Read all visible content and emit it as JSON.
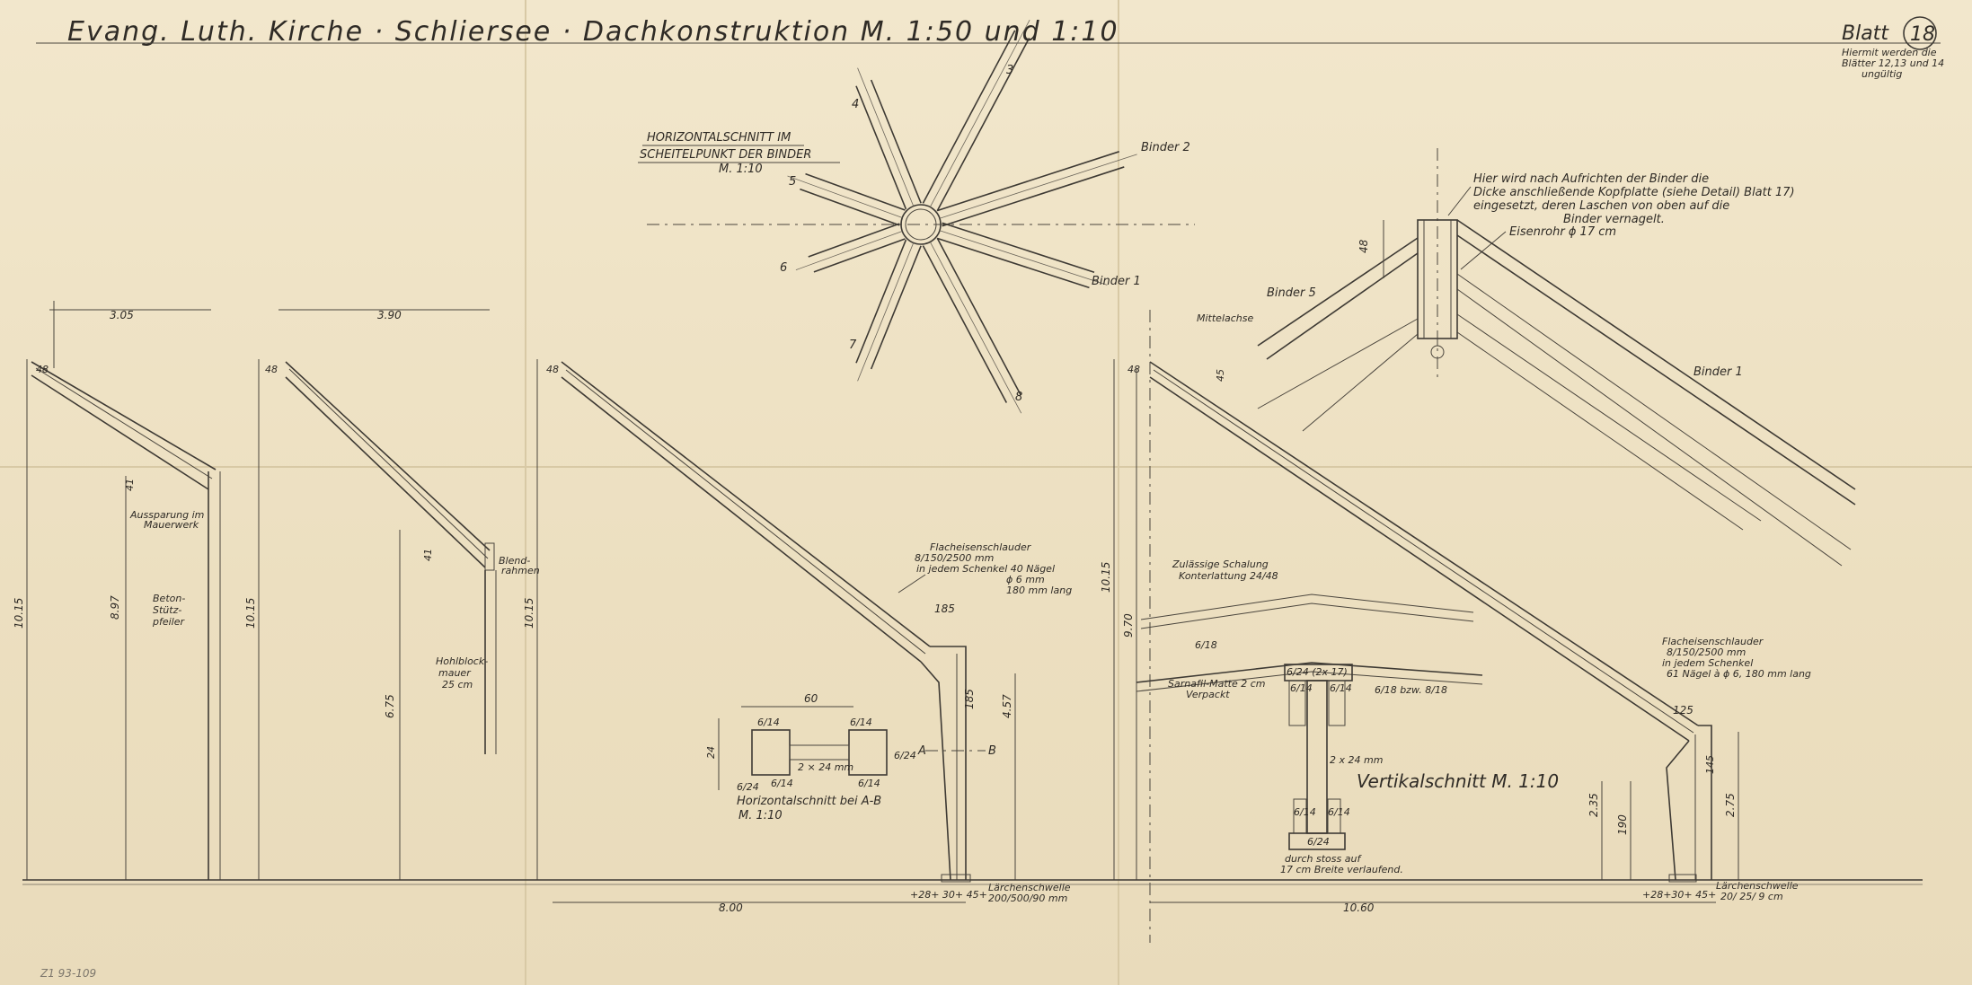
{
  "title": "Evang. Luth. Kirche · Schliersee · Dachkonstruktion M. 1:50 und 1:10",
  "sheet": {
    "label": "Blatt",
    "number": "18",
    "note_lines": [
      "Hiermit werden die",
      "Blätter 12,13 und 14",
      "ungültig"
    ]
  },
  "horizontal_section": {
    "title_lines": [
      "HORIZONTALSCHNITT IM",
      "SCHEITELPUNKT DER BINDER"
    ],
    "scale": "M. 1:10",
    "binder_numbers": [
      "3",
      "4",
      "5",
      "6",
      "7",
      "8"
    ],
    "binder_2": "Binder 2",
    "binder_1": "Binder 1"
  },
  "apex_detail": {
    "note_lines": [
      "Hier wird nach Aufrichten der Binder die",
      "Dicke anschließende Kopfplatte (siehe Detail) Blatt 17)",
      "eingesetzt, deren Laschen von oben auf die",
      "Binder vernagelt."
    ],
    "pipe": "Eisenrohr ϕ 17 cm",
    "binder_5": "Binder 5",
    "binder_1": "Binder 1",
    "dim_48": "48"
  },
  "frame1": {
    "dim_top": "3.05",
    "dim_h1": "10.15",
    "dim_h2": "8.97",
    "dim_small": "48",
    "dim_41": "41",
    "note_lines": [
      "Aussparung im",
      "Mauerwerk"
    ],
    "pillar_lines": [
      "Beton-",
      "Stütz-",
      "pfeiler"
    ]
  },
  "frame2": {
    "dim_top": "3.90",
    "dim_h1": "10.15",
    "dim_h2": "6.75",
    "dim_small": "48",
    "dim_41": "41",
    "wall_lines": [
      "Hohlblock-",
      "mauer",
      "25 cm"
    ],
    "wood_lines": [
      "Blend-",
      "rahmen"
    ]
  },
  "frame3": {
    "dim_h": "10.15",
    "dim_small": "48",
    "dim_185": "185",
    "dim_185b": "185",
    "dim_457": "4.57",
    "note_lines": [
      "Flacheisenschlauder",
      "8/150/2500 mm",
      "in jedem Schenkel 40 Nägel",
      "ϕ 6 mm",
      "180 mm lang"
    ],
    "label_A": "A",
    "label_B": "B",
    "dim_bottom": "8.00",
    "base_dims": "+28+ 30+ 45+",
    "base_note_lines": [
      "Lärchenschwelle",
      "200/500/90 mm"
    ]
  },
  "section_AB": {
    "dim_60": "60",
    "labels": [
      "6/14",
      "6/14",
      "6/14",
      "6/14",
      "6/24",
      "6/24"
    ],
    "mid": "2 × 24 mm",
    "dim_left": "24",
    "title": "Horizontalschnitt bei A-B",
    "scale": "M. 1:10"
  },
  "frame4": {
    "axis": "Mittelachse",
    "dim_h": "10.15",
    "dim_h2": "9.70",
    "dim_small": "48",
    "dim_45": "45",
    "dim_125": "125",
    "dim_145": "145",
    "dim_235": "2.35",
    "dim_190": "190",
    "dim_275": "2.75",
    "note_lines": [
      "Flacheisenschlauder",
      "8/150/2500 mm",
      "in jedem Schenkel",
      "61 Nägel à ϕ 6, 180 mm lang"
    ],
    "dim_bottom": "10.60",
    "base_dims": "+28+30+ 45+",
    "base_note_lines": [
      "Lärchenschwelle",
      "20/ 25/ 9 cm"
    ]
  },
  "vertical_section": {
    "lath_lines": [
      "Zulässige Schalung",
      "Konterlattung 24/48"
    ],
    "tag_6_18": "6/18",
    "roof_lines": [
      "Sarnafil-Matte 2 cm",
      "Verpackt"
    ],
    "top": "6/24 (2x 17)",
    "rafter": "6/18 bzw. 8/18",
    "mid": "2 x 24 mm",
    "bolt_left": "6/14",
    "bolt_right": "6/14",
    "bottom": "6/24",
    "bot_small_l": "6/14",
    "bot_small_r": "6/14",
    "foot_lines": [
      "durch stoss auf",
      "17 cm Breite verlaufend."
    ],
    "title": "Vertikalschnitt M. 1:10"
  },
  "catalog_stamp": "Z1 93-109"
}
